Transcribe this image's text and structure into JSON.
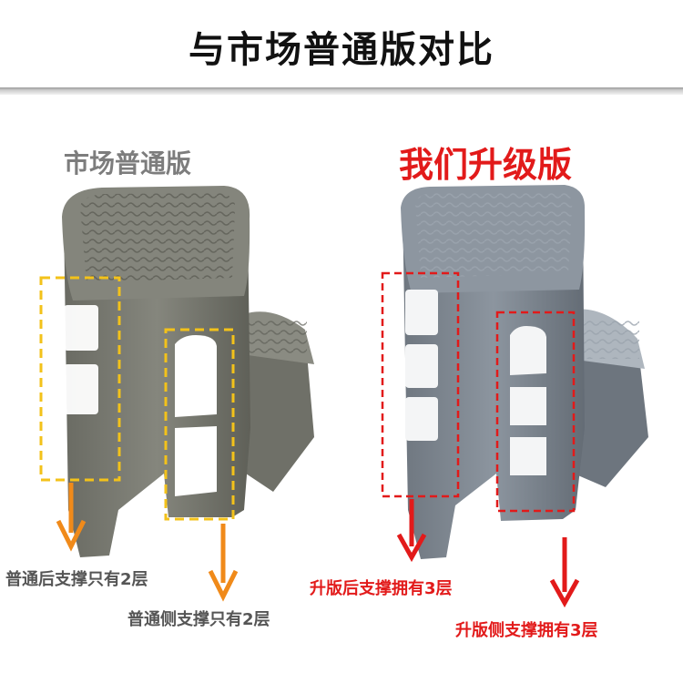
{
  "header": {
    "title": "与市场普通版对比"
  },
  "left": {
    "label": "市场普通版",
    "caption_back": "普通后支撑只有2层",
    "caption_side": "普通侧支撑只有2层"
  },
  "right": {
    "label": "我们升级版",
    "caption_back": "升版后支撑拥有3层",
    "caption_side": "升版侧支撑拥有3层"
  },
  "colors": {
    "accent_red": "#e21a1a",
    "accent_orange": "#f08a1a",
    "dash_yellow": "#f3c21a",
    "stool_old": "#7a7b72",
    "stool_new": "#7d8690"
  }
}
